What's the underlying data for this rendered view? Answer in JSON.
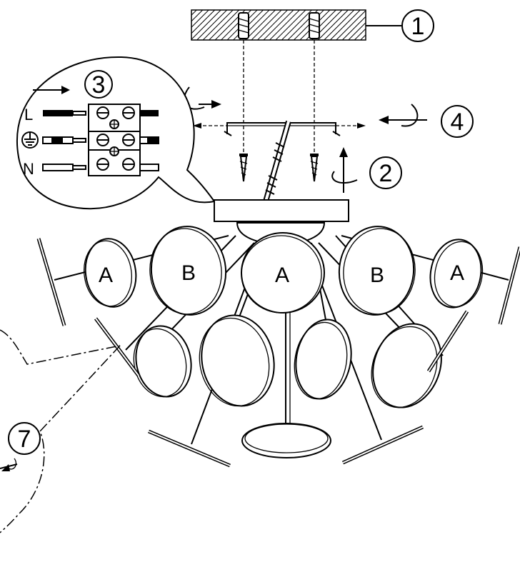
{
  "steps": {
    "s1": "1",
    "s2": "2",
    "s3": "3",
    "s4": "4",
    "s7": "7"
  },
  "wires": {
    "live": "L",
    "neutral": "N"
  },
  "shades": {
    "a_left": "A",
    "b_left": "B",
    "a_center": "A",
    "b_right": "B",
    "a_right": "A"
  },
  "icons": {
    "ground": "earth-ground-icon",
    "rotate": "rotate-arrow-icon",
    "screw": "screw-icon",
    "terminal": "terminal-block-icon"
  }
}
